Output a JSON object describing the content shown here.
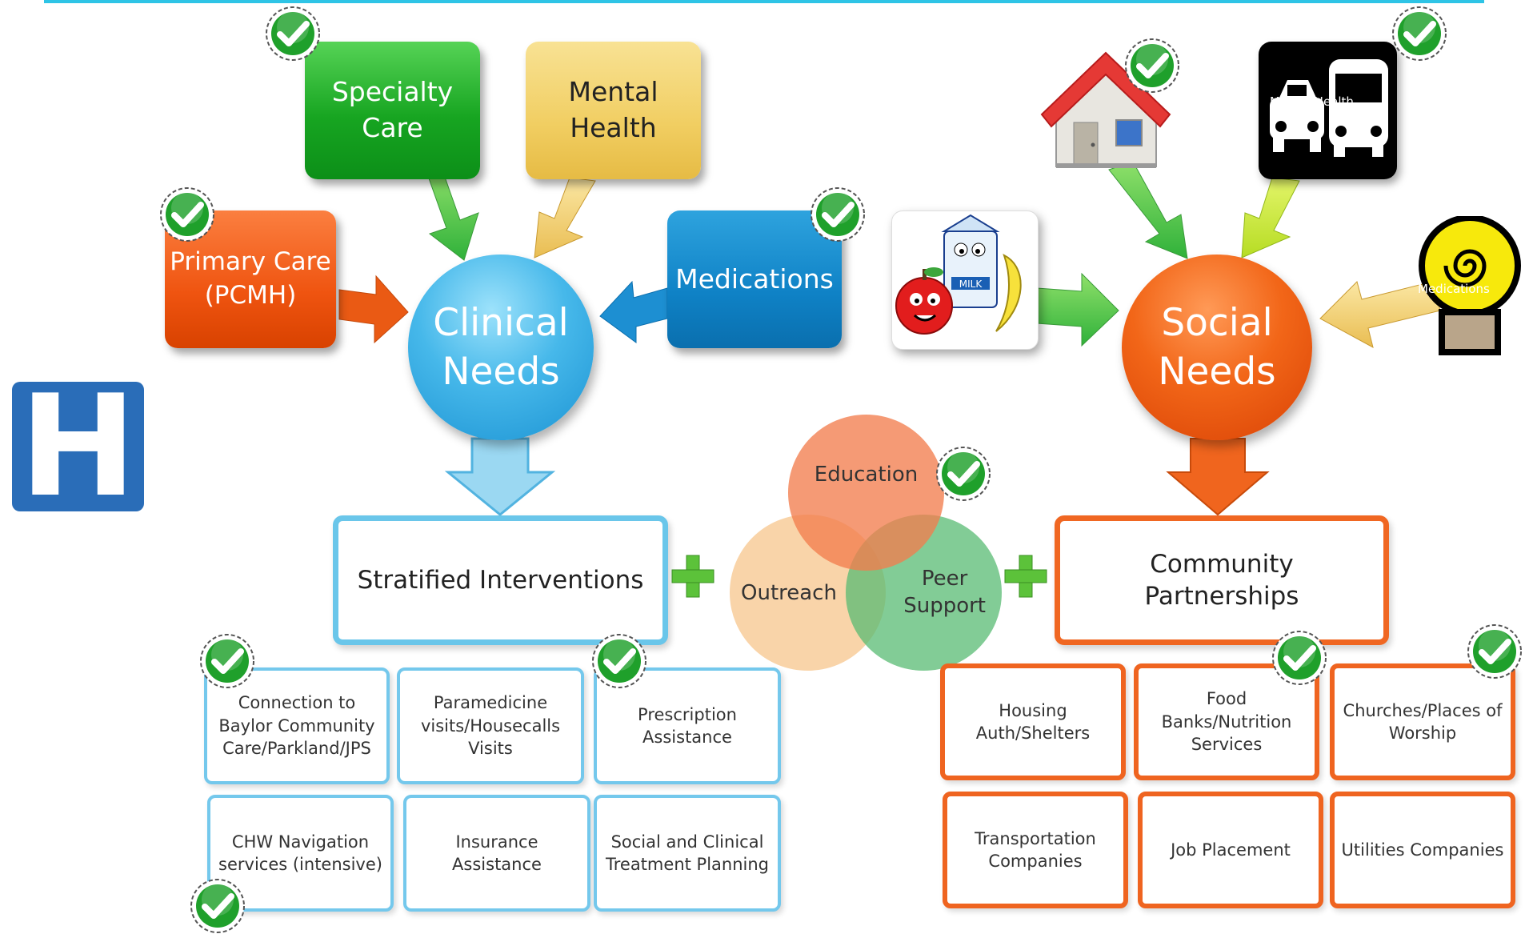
{
  "needs": {
    "clinical": {
      "line1": "Clinical",
      "line2": "Needs"
    },
    "social": {
      "line1": "Social",
      "line2": "Needs"
    }
  },
  "clinical_inputs": {
    "specialty": {
      "line1": "Specialty",
      "line2": "Care"
    },
    "mental": {
      "line1": "Mental",
      "line2": "Health"
    },
    "primary": {
      "line1": "Primary Care",
      "line2": "(PCMH)"
    },
    "medications": "Medications"
  },
  "social_inputs": {
    "transit_label": "Mental Health",
    "utilities_label": "Medications",
    "milk_label": "MILK"
  },
  "hospital_sign": "H",
  "stratified": "Stratified Interventions",
  "community": {
    "line1": "Community",
    "line2": "Partnerships"
  },
  "plus": "+",
  "venn": {
    "education": "Education",
    "outreach": "Outreach",
    "peer": {
      "line1": "Peer",
      "line2": "Support"
    }
  },
  "interventions": [
    {
      "lines": [
        "Connection to",
        "Baylor Community",
        "Care/Parkland/JPS"
      ]
    },
    {
      "lines": [
        "Paramedicine",
        "visits/Housecalls",
        "Visits"
      ]
    },
    {
      "lines": [
        "Prescription",
        "Assistance"
      ]
    },
    {
      "lines": [
        "CHW Navigation",
        "services  (intensive)"
      ]
    },
    {
      "lines": [
        "Insurance",
        "Assistance"
      ]
    },
    {
      "lines": [
        "Social and Clinical",
        "Treatment Planning"
      ]
    }
  ],
  "partnerships": [
    {
      "lines": [
        "Housing",
        "Auth/Shelters"
      ]
    },
    {
      "lines": [
        "Food",
        "Banks/Nutrition",
        "Services"
      ]
    },
    {
      "lines": [
        "Churches/Places of",
        "Worship"
      ]
    },
    {
      "lines": [
        "Transportation",
        "Companies"
      ]
    },
    {
      "lines": [
        "Job Placement"
      ]
    },
    {
      "lines": [
        "Utilities Companies"
      ]
    }
  ],
  "colors": {
    "clinical_blue": "#1c93d3",
    "social_orange": "#f26618",
    "check_green": "#1fa02b",
    "plus_green": "#5cc23a"
  },
  "icons": [
    "check-icon",
    "house-icon",
    "transit-icon",
    "food-icon",
    "lightbulb-icon",
    "hospital-icon",
    "arrow-icon"
  ]
}
